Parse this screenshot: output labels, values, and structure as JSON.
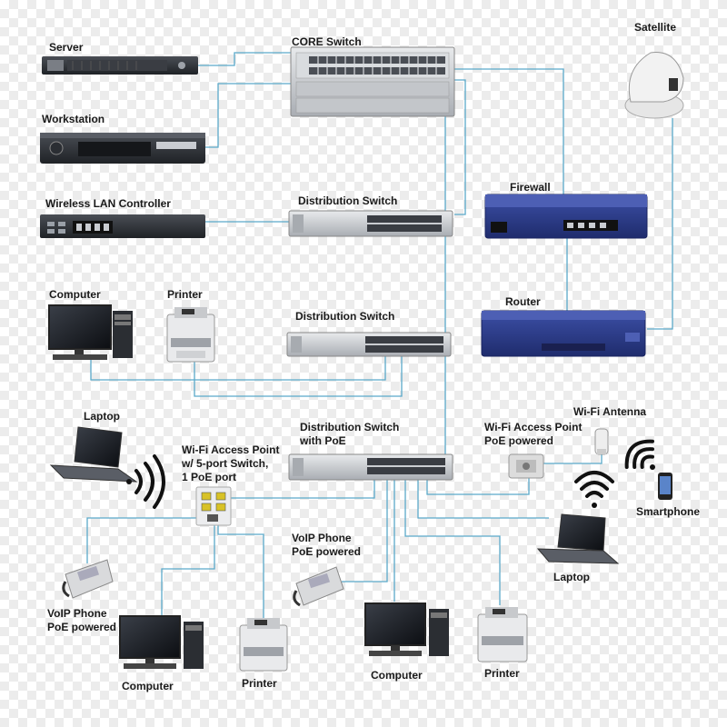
{
  "colors": {
    "link": "#5aa9c9",
    "rack_dark": "#2d3036",
    "rack_light": "#c9ccd1",
    "firewall_blue": "#2a3b8f",
    "router_blue": "#2f3f86"
  },
  "labels": {
    "server": "Server",
    "workstation": "Workstation",
    "core_switch": "CORE Switch",
    "satellite": "Satellite",
    "wlan_controller": "Wireless LAN Controller",
    "dist_switch_1": "Distribution Switch",
    "firewall": "Firewall",
    "computer_1": "Computer",
    "printer_1": "Printer",
    "dist_switch_2": "Distribution Switch",
    "router": "Router",
    "laptop_1": "Laptop",
    "wap_5port": "Wi-Fi Access Point\nw/ 5-port Switch,\n1 PoE port",
    "dist_switch_poe": "Distribution Switch\nwith PoE",
    "wifi_ap_poe": "Wi-Fi Access Point\nPoE powered",
    "wifi_antenna": "Wi-Fi Antenna",
    "smartphone": "Smartphone",
    "laptop_2": "Laptop",
    "voip_1": "VoIP Phone\nPoE powered",
    "voip_2": "VoIP Phone\nPoE powered",
    "computer_2": "Computer",
    "printer_2": "Printer",
    "computer_3": "Computer",
    "printer_3": "Printer"
  }
}
